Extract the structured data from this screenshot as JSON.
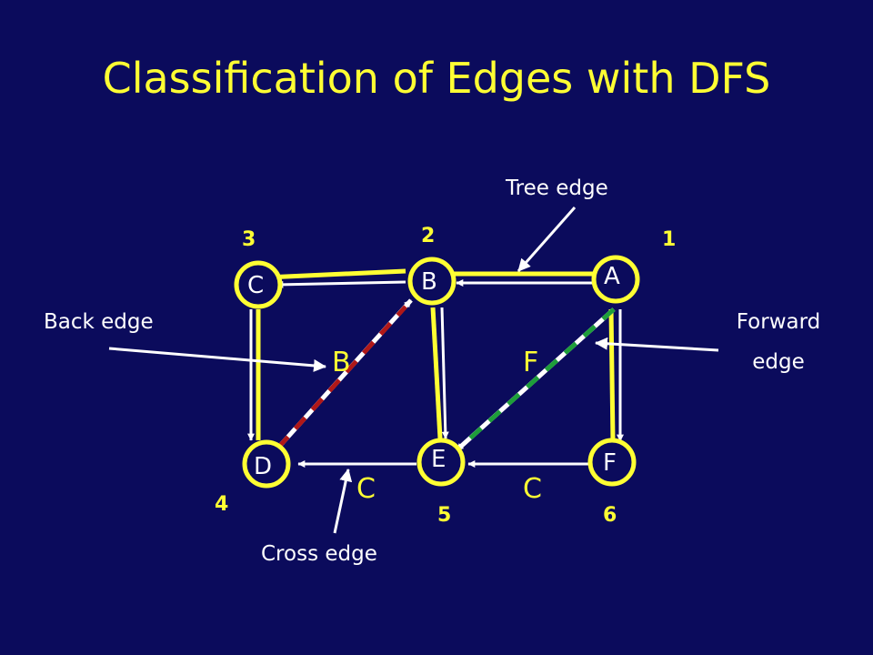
{
  "title": "Classification of Edges with DFS",
  "colors": {
    "background": "#0b0b5c",
    "title": "#ffff33",
    "tree_edge": "#ffff33",
    "plain_edge": "#ffffff",
    "back_edge": "#b01818",
    "forward_edge": "#1e9e3a",
    "node_fill": "#0b0b5c",
    "node_ring": "#ffff33"
  },
  "nodes": [
    {
      "id": "A",
      "label": "A",
      "order": "1"
    },
    {
      "id": "B",
      "label": "B",
      "order": "2"
    },
    {
      "id": "C",
      "label": "C",
      "order": "3"
    },
    {
      "id": "D",
      "label": "D",
      "order": "4"
    },
    {
      "id": "E",
      "label": "E",
      "order": "5"
    },
    {
      "id": "F",
      "label": "F",
      "order": "6"
    }
  ],
  "edges": [
    {
      "from": "A",
      "to": "B",
      "kind": "tree"
    },
    {
      "from": "B",
      "to": "C",
      "kind": "tree"
    },
    {
      "from": "C",
      "to": "D",
      "kind": "tree"
    },
    {
      "from": "B",
      "to": "E",
      "kind": "tree"
    },
    {
      "from": "A",
      "to": "F",
      "kind": "tree"
    },
    {
      "from": "D",
      "to": "B",
      "kind": "back"
    },
    {
      "from": "A",
      "to": "E",
      "kind": "forward"
    },
    {
      "from": "E",
      "to": "D",
      "kind": "cross"
    },
    {
      "from": "F",
      "to": "E",
      "kind": "cross"
    }
  ],
  "edge_tags": {
    "back": "B",
    "forward": "F",
    "cross_ed": "C",
    "cross_fe": "C"
  },
  "callouts": {
    "tree": "Tree edge",
    "back": "Back edge",
    "forward_line1": "Forward",
    "forward_line2": "edge",
    "cross": "Cross edge"
  }
}
